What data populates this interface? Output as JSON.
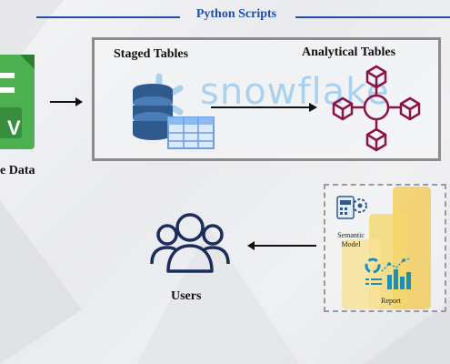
{
  "header": {
    "title": "Python Scripts"
  },
  "source": {
    "label": "e Data",
    "file_letter": "V"
  },
  "warehouse": {
    "staged_label": "Staged Tables",
    "analytical_label": "Analytical Tables",
    "brand_text": "snowflake"
  },
  "powerbi": {
    "semantic_label": "Semantic\nModel",
    "report_label": "Report"
  },
  "users": {
    "label": "Users"
  },
  "colors": {
    "accent_blue": "#1f4fa8",
    "db_blue": "#2e5a8e",
    "snow_light": "#9ecdee",
    "icon_magenta": "#8b1446",
    "excel_green": "#4caf50",
    "pbi_yellow": "#f2c84b",
    "users_navy": "#1c2d5a"
  }
}
